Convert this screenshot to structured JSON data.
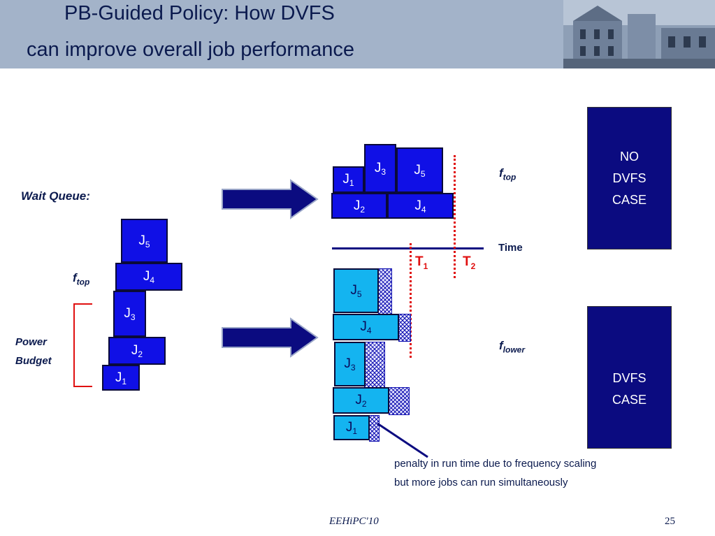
{
  "title": {
    "line1": "PB-Guided Policy: How DVFS",
    "line2": "can improve overall job performance"
  },
  "queue": {
    "label": "Wait Queue:",
    "f_top": {
      "base": "f",
      "sub": "top"
    },
    "power_budget": {
      "line1": "Power",
      "line2": "Budget"
    },
    "jobs": [
      {
        "base": "J",
        "sub": "5"
      },
      {
        "base": "J",
        "sub": "4"
      },
      {
        "base": "J",
        "sub": "3"
      },
      {
        "base": "J",
        "sub": "2"
      },
      {
        "base": "J",
        "sub": "1"
      }
    ]
  },
  "top_schedule": {
    "jobs": [
      {
        "base": "J",
        "sub": "1"
      },
      {
        "base": "J",
        "sub": "3"
      },
      {
        "base": "J",
        "sub": "5"
      },
      {
        "base": "J",
        "sub": "2"
      },
      {
        "base": "J",
        "sub": "4"
      }
    ],
    "freq": {
      "base": "f",
      "sub": "top"
    }
  },
  "timeline": {
    "label": "Time",
    "t1": {
      "base": "T",
      "sub": "1"
    },
    "t2": {
      "base": "T",
      "sub": "2"
    }
  },
  "bottom_schedule": {
    "jobs": [
      {
        "base": "J",
        "sub": "5"
      },
      {
        "base": "J",
        "sub": "4"
      },
      {
        "base": "J",
        "sub": "3"
      },
      {
        "base": "J",
        "sub": "2"
      },
      {
        "base": "J",
        "sub": "1"
      }
    ],
    "freq": {
      "base": "f",
      "sub": "lower"
    }
  },
  "cases": {
    "no_dvfs": [
      "NO",
      "DVFS",
      "CASE"
    ],
    "dvfs": [
      "DVFS",
      "CASE"
    ]
  },
  "note": {
    "line1": "penalty in run time due to frequency scaling",
    "line2": "but more jobs can run simultaneously"
  },
  "footer": {
    "center": "EEHiPC'10",
    "page": "25"
  },
  "colors": {
    "header": "#a3b3c9",
    "job_dark": "#1010e6",
    "job_light": "#14b4f0",
    "case_box": "#0b0b80",
    "marker": "#e01010",
    "arrow": "#0b0b80"
  }
}
